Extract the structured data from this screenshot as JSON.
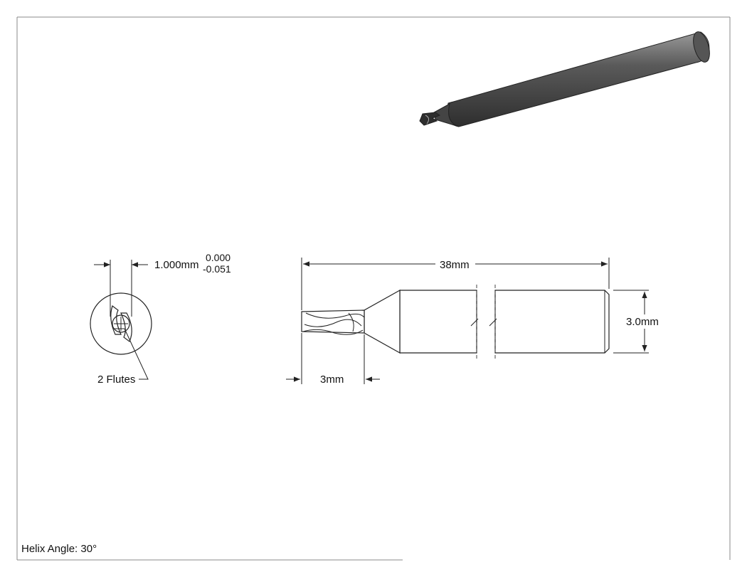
{
  "end_view": {
    "diameter_label": "1.000mm",
    "tolerance_upper": "0.000",
    "tolerance_lower": "-0.051",
    "flutes_label": "2 Flutes"
  },
  "side_view": {
    "length_label": "38mm",
    "shank_diameter_label": "3.0mm",
    "flute_length_label": "3mm"
  },
  "notes": {
    "helix_angle": "Helix Angle: 30°"
  },
  "colors": {
    "line": "#222222",
    "shading_dark": "#3a3a3a",
    "shading_light": "#7a7a7a"
  }
}
